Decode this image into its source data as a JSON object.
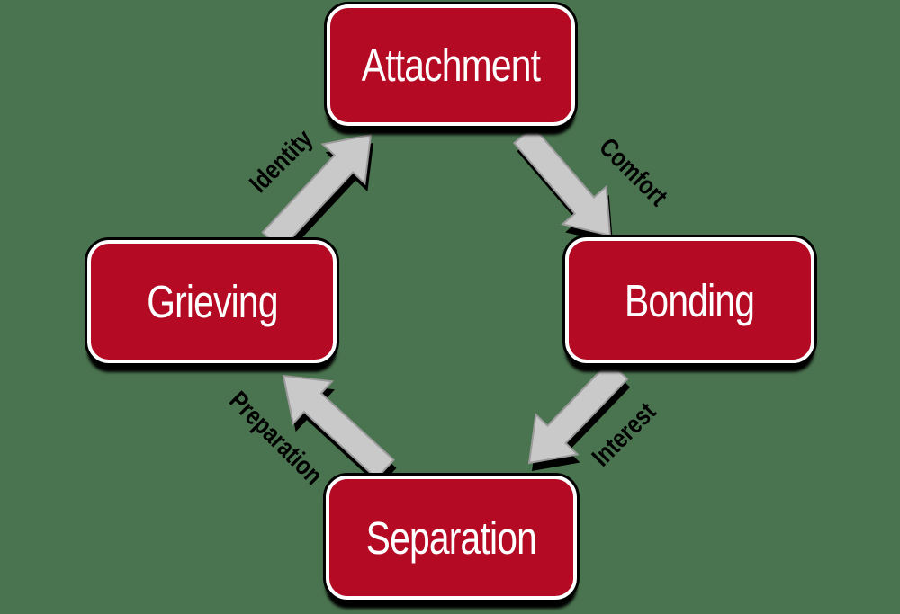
{
  "title": "Attachment cycle diagram",
  "colors": {
    "background": "#4a734f",
    "box_fill": "#b40a24",
    "box_border": "#ffffff",
    "box_text": "#ffffff",
    "arrow_fill": "#c9c9c9",
    "arrow_outline": "#9b9b9b",
    "shadow": "#000000",
    "arrow_label_text": "#000000"
  },
  "nodes": [
    {
      "id": "attachment",
      "label": "Attachment"
    },
    {
      "id": "bonding",
      "label": "Bonding"
    },
    {
      "id": "separation",
      "label": "Separation"
    },
    {
      "id": "grieving",
      "label": "Grieving"
    }
  ],
  "arrows": [
    {
      "from": "attachment",
      "to": "bonding",
      "label": "Comfort"
    },
    {
      "from": "bonding",
      "to": "separation",
      "label": "Interest"
    },
    {
      "from": "separation",
      "to": "grieving",
      "label": "Preparation"
    },
    {
      "from": "grieving",
      "to": "attachment",
      "label": "Identity"
    }
  ]
}
